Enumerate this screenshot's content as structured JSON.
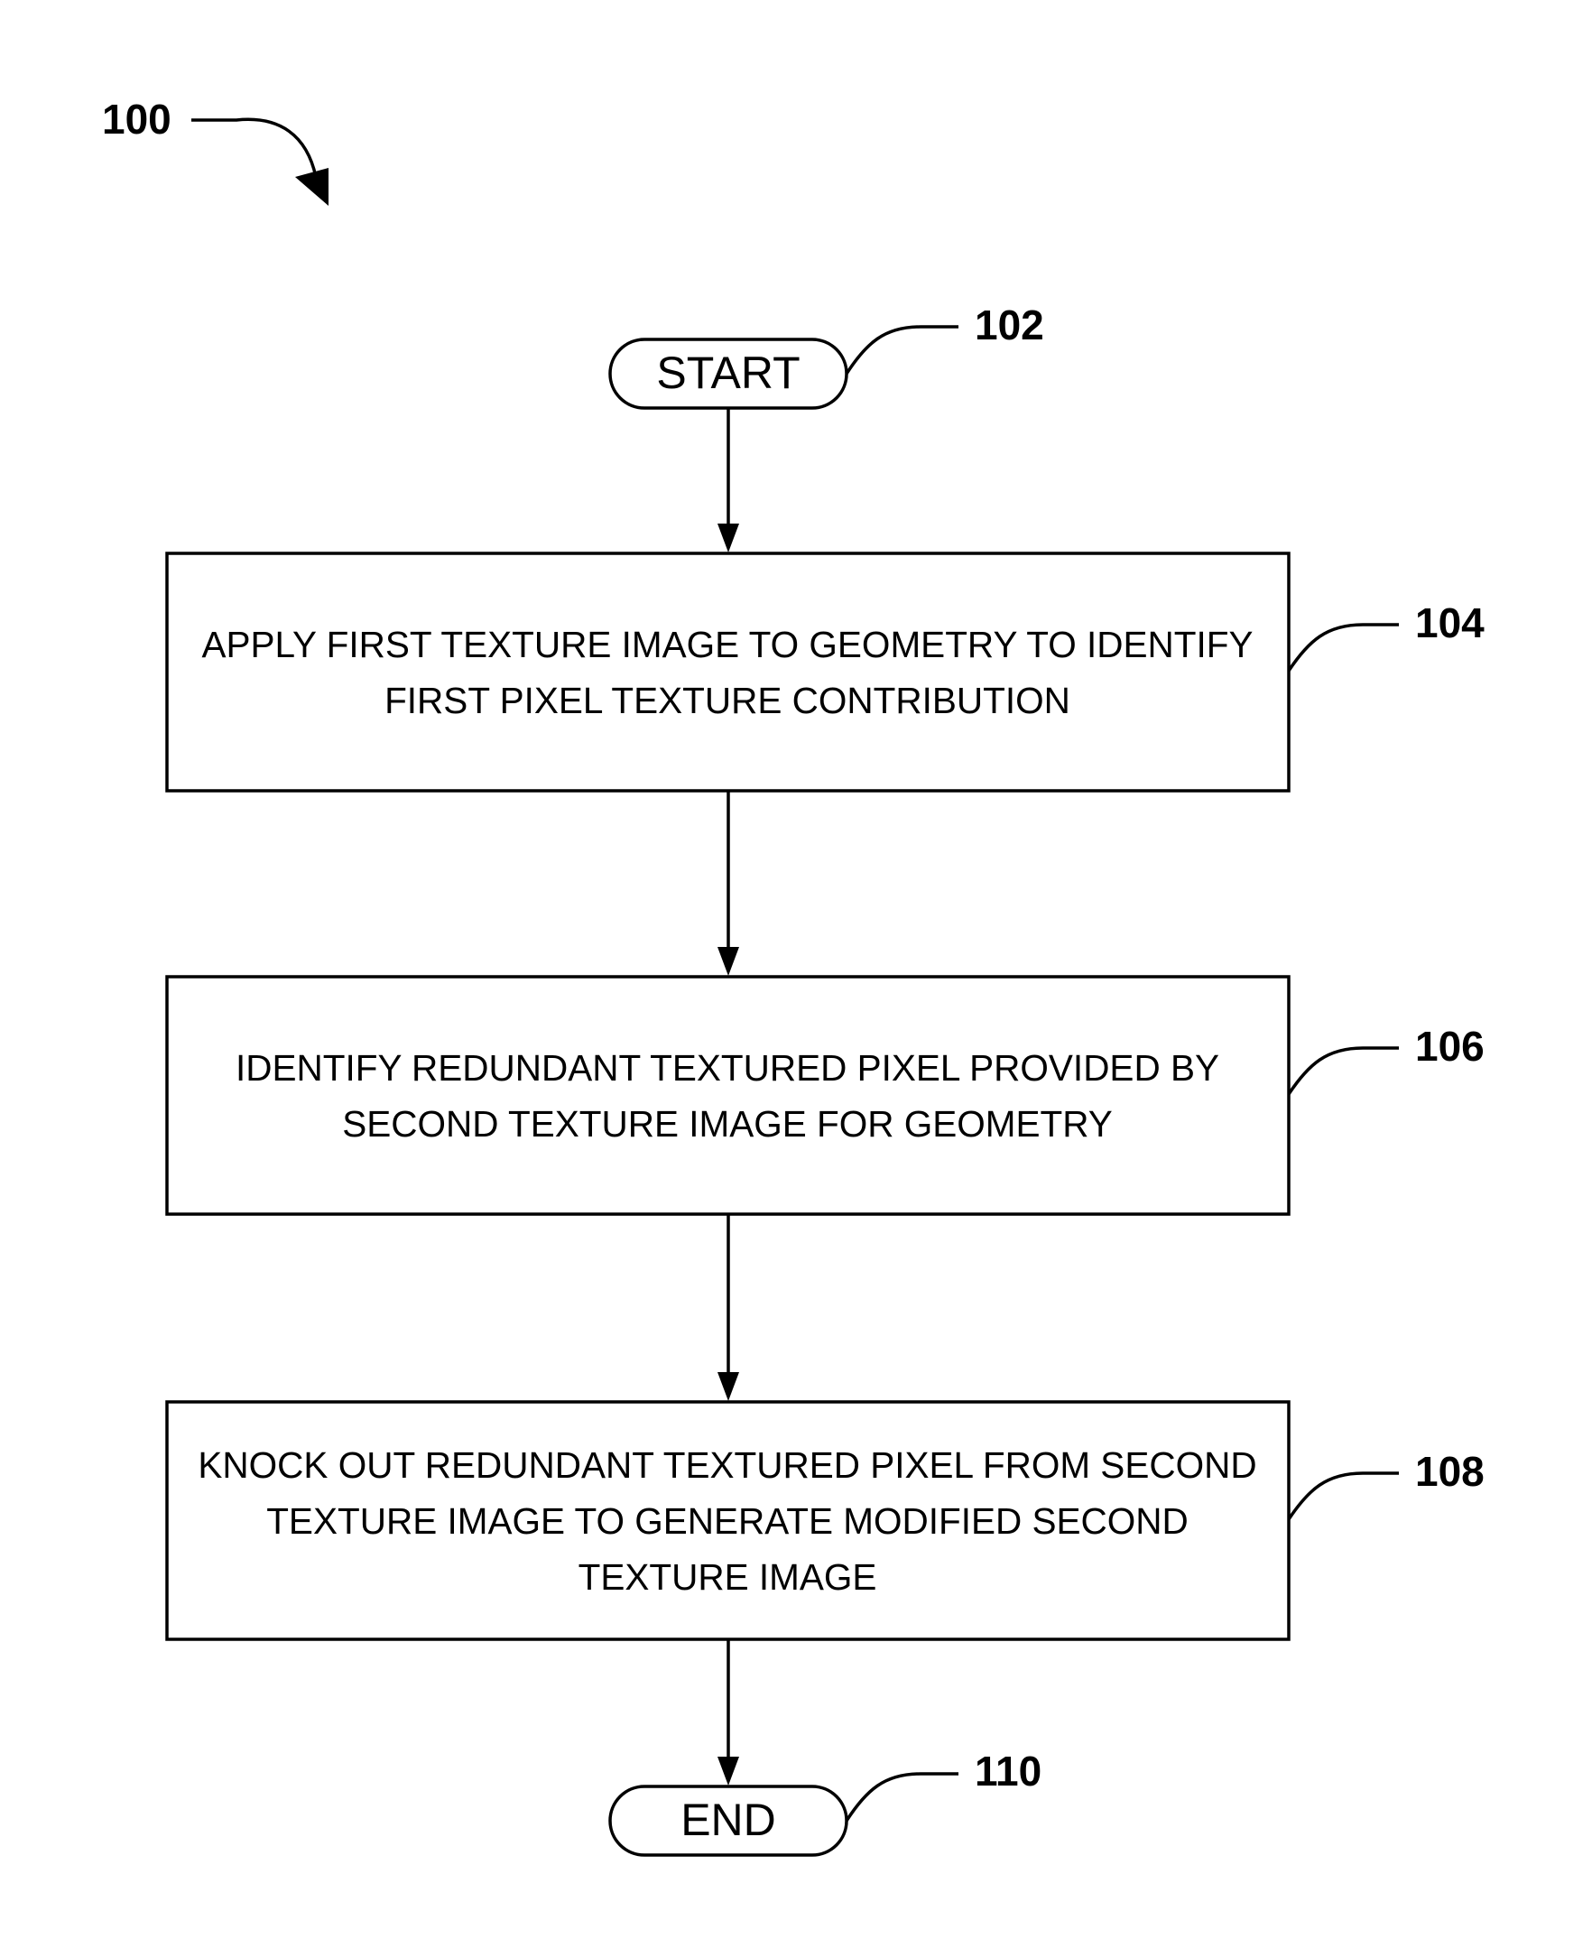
{
  "figure": {
    "ref_label": "100"
  },
  "nodes": {
    "start": {
      "label": "START",
      "ref": "102"
    },
    "step1": {
      "lines": [
        "APPLY FIRST TEXTURE IMAGE TO GEOMETRY TO IDENTIFY",
        "FIRST PIXEL TEXTURE CONTRIBUTION"
      ],
      "ref": "104"
    },
    "step2": {
      "lines": [
        "IDENTIFY REDUNDANT TEXTURED PIXEL PROVIDED BY",
        "SECOND TEXTURE IMAGE FOR GEOMETRY"
      ],
      "ref": "106"
    },
    "step3": {
      "lines": [
        "KNOCK OUT REDUNDANT TEXTURED PIXEL FROM SECOND",
        "TEXTURE IMAGE TO GENERATE MODIFIED SECOND",
        "TEXTURE IMAGE"
      ],
      "ref": "108"
    },
    "end": {
      "label": "END",
      "ref": "110"
    }
  },
  "edges": [
    {
      "from": "start",
      "to": "step1"
    },
    {
      "from": "step1",
      "to": "step2"
    },
    {
      "from": "step2",
      "to": "step3"
    },
    {
      "from": "step3",
      "to": "end"
    }
  ]
}
